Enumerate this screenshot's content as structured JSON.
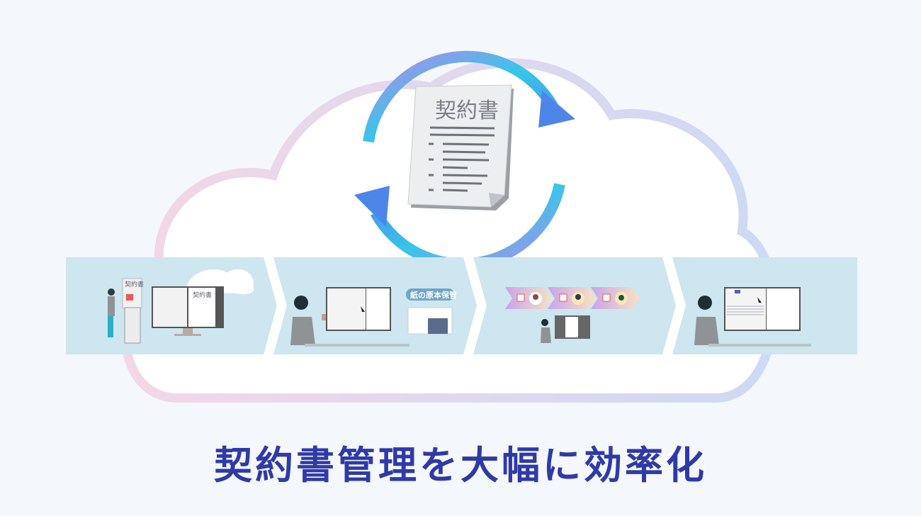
{
  "document": {
    "title": "契約書"
  },
  "steps": [
    {
      "paper_label": "契約書",
      "screen_label": "契約書"
    },
    {
      "bubble_label": "紙の原本保管"
    },
    {},
    {}
  ],
  "caption": "契約書管理を大幅に効率化",
  "colors": {
    "caption": "#2f3aa8",
    "band": "#cde6f0",
    "arrow_start": "#36c6ea",
    "arrow_end": "#a98be8"
  }
}
